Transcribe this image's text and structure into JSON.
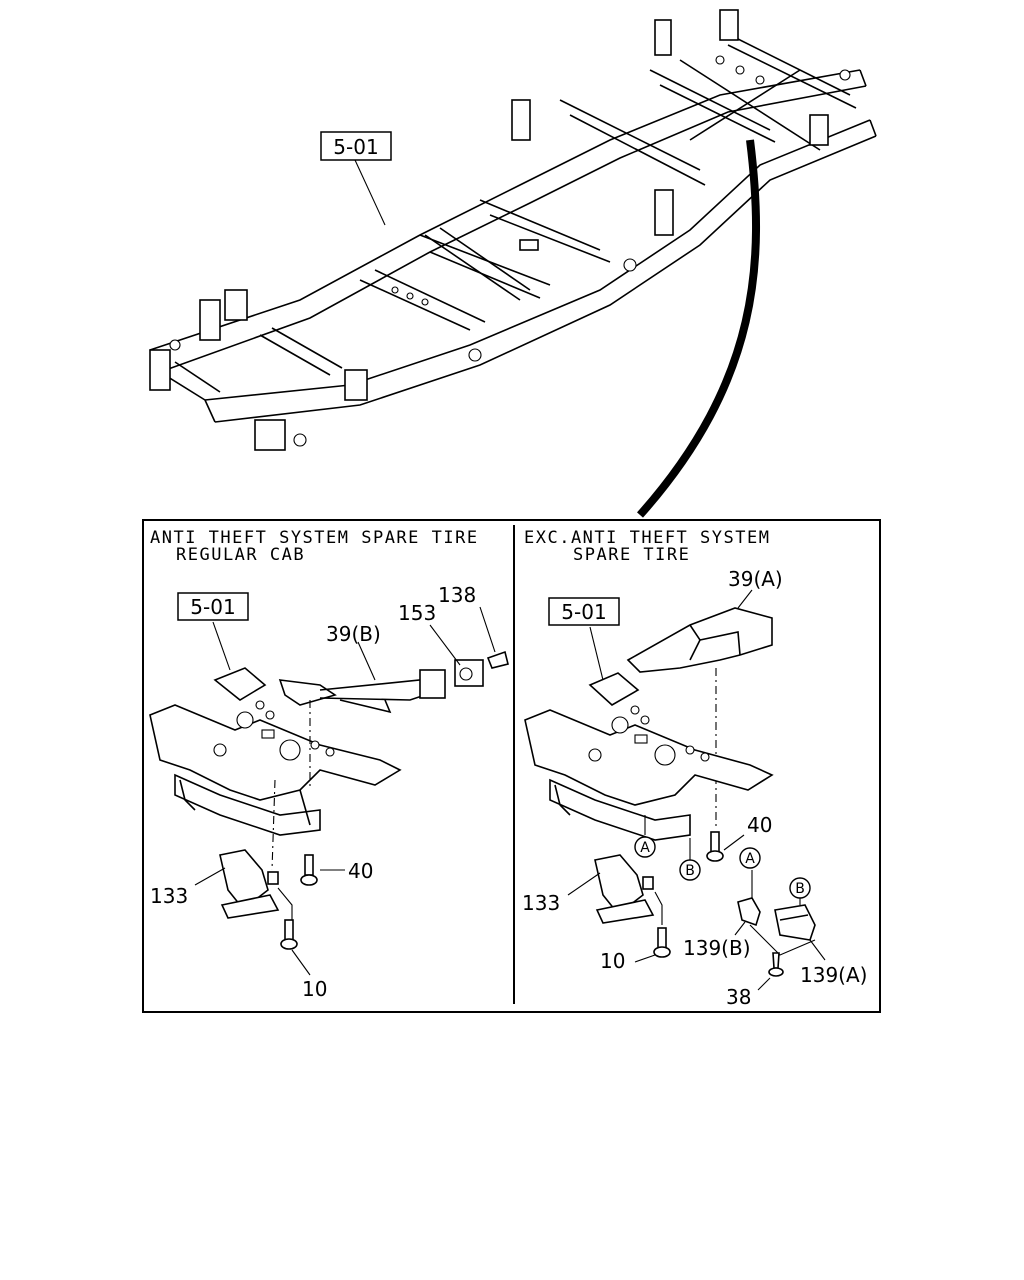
{
  "top_diagram": {
    "ref_label": "5-01"
  },
  "left_panel": {
    "header_line1": "ANTI THEFT SYSTEM SPARE TIRE",
    "header_line2": "REGULAR CAB",
    "ref_label": "5-01",
    "callouts": {
      "p138": "138",
      "p153": "153",
      "p39b": "39(B)",
      "p40": "40",
      "p133": "133",
      "p10": "10"
    }
  },
  "right_panel": {
    "header_line1": "EXC.ANTI THEFT SYSTEM",
    "header_line2": "SPARE TIRE",
    "ref_label": "5-01",
    "callouts": {
      "p39a": "39(A)",
      "p40": "40",
      "p133": "133",
      "p10": "10",
      "p139b": "139(B)",
      "p139a": "139(A)",
      "p38": "38",
      "circle_a1": "A",
      "circle_b1": "B",
      "circle_a2": "A",
      "circle_b2": "B"
    }
  }
}
